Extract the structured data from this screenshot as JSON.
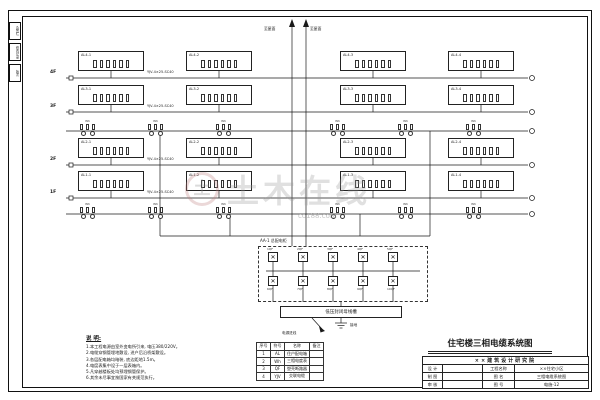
{
  "frame": {
    "left_stamps": [
      "会签栏",
      "修改记录",
      "版次"
    ]
  },
  "watermark": {
    "logo": "土",
    "text": "土木在线",
    "domain": "co188.com"
  },
  "top": {
    "riser_labels": [
      "至屋面",
      "至屋面"
    ]
  },
  "floors": [
    {
      "tag": "4F",
      "spec": "YJV-4×25-SC40",
      "panels": [
        {
          "label": "AL4-1",
          "breakers": 6
        },
        {
          "label": "AL4-2",
          "breakers": 6
        },
        {
          "label": "AL4-3",
          "breakers": 6
        },
        {
          "label": "AL4-4",
          "breakers": 6
        }
      ]
    },
    {
      "tag": "3F",
      "spec": "YJV-4×25-SC40",
      "panels": [
        {
          "label": "AL3-1",
          "breakers": 6
        },
        {
          "label": "AL3-2",
          "breakers": 6
        },
        {
          "label": "AL3-3",
          "breakers": 6
        },
        {
          "label": "AL3-4",
          "breakers": 6
        }
      ]
    },
    {
      "tag": "2F",
      "spec": "YJV-4×25-SC40",
      "panels": [
        {
          "label": "AL2-1",
          "breakers": 6
        },
        {
          "label": "AL2-2",
          "breakers": 6
        },
        {
          "label": "AL2-3",
          "breakers": 6
        },
        {
          "label": "AL2-4",
          "breakers": 6
        }
      ]
    },
    {
      "tag": "1F",
      "spec": "YJV-4×25-SC40",
      "panels": [
        {
          "label": "AL1-1",
          "breakers": 6
        },
        {
          "label": "AL1-2",
          "breakers": 6
        },
        {
          "label": "AL1-3",
          "breakers": 6
        },
        {
          "label": "AL1-4",
          "breakers": 6
        }
      ]
    }
  ],
  "meter_rows": [
    {
      "clusters": [
        "Wh",
        "Wh",
        "Wh",
        "Wh",
        "Wh",
        "Wh"
      ]
    },
    {
      "clusters": [
        "Wh",
        "Wh",
        "Wh",
        "Wh",
        "Wh",
        "Wh"
      ]
    }
  ],
  "main_panel": {
    "label": "AA-1 总配电柜",
    "top_units": [
      "1QF",
      "2QF",
      "3QF",
      "4QF",
      "5QF"
    ],
    "bottom_units": [
      "6QF",
      "7QF",
      "8QF",
      "9QF",
      "10QF"
    ],
    "bus_box": "低压封闭母线槽",
    "incoming": "电源进线",
    "ground": "接地"
  },
  "notes": {
    "title": "说 明:",
    "lines": [
      "1.本工程电源由室外变电所引来, 电压380/220V。",
      "2.电缆穿钢管埋地敷设, 进户后沿桥架敷设。",
      "3.各层配电箱均暗装, 底边距地1.5m。",
      "4.电度表集中设于一层表箱内。",
      "5.凡穿越楼板处均预埋钢管保护。",
      "6.其余未尽事宜按国家有关规范执行。"
    ]
  },
  "legend": {
    "headers": [
      "序号",
      "符号",
      "名称",
      "备注"
    ],
    "rows": [
      [
        "1",
        "AL",
        "住户配电箱",
        ""
      ],
      [
        "2",
        "Wh",
        "三相电度表",
        ""
      ],
      [
        "3",
        "QF",
        "塑壳断路器",
        ""
      ],
      [
        "4",
        "YJV",
        "交联电缆",
        ""
      ]
    ]
  },
  "drawing_title": "住宅楼三相电缆系统图",
  "title_block": {
    "company": "××建筑设计研究院",
    "rows": [
      [
        "设 计",
        "",
        "工程名称",
        "××住宅小区"
      ],
      [
        "制 图",
        "",
        "图  名",
        "三相电缆系统图"
      ],
      [
        "审 核",
        "",
        "图  号",
        "电施-12"
      ]
    ]
  }
}
